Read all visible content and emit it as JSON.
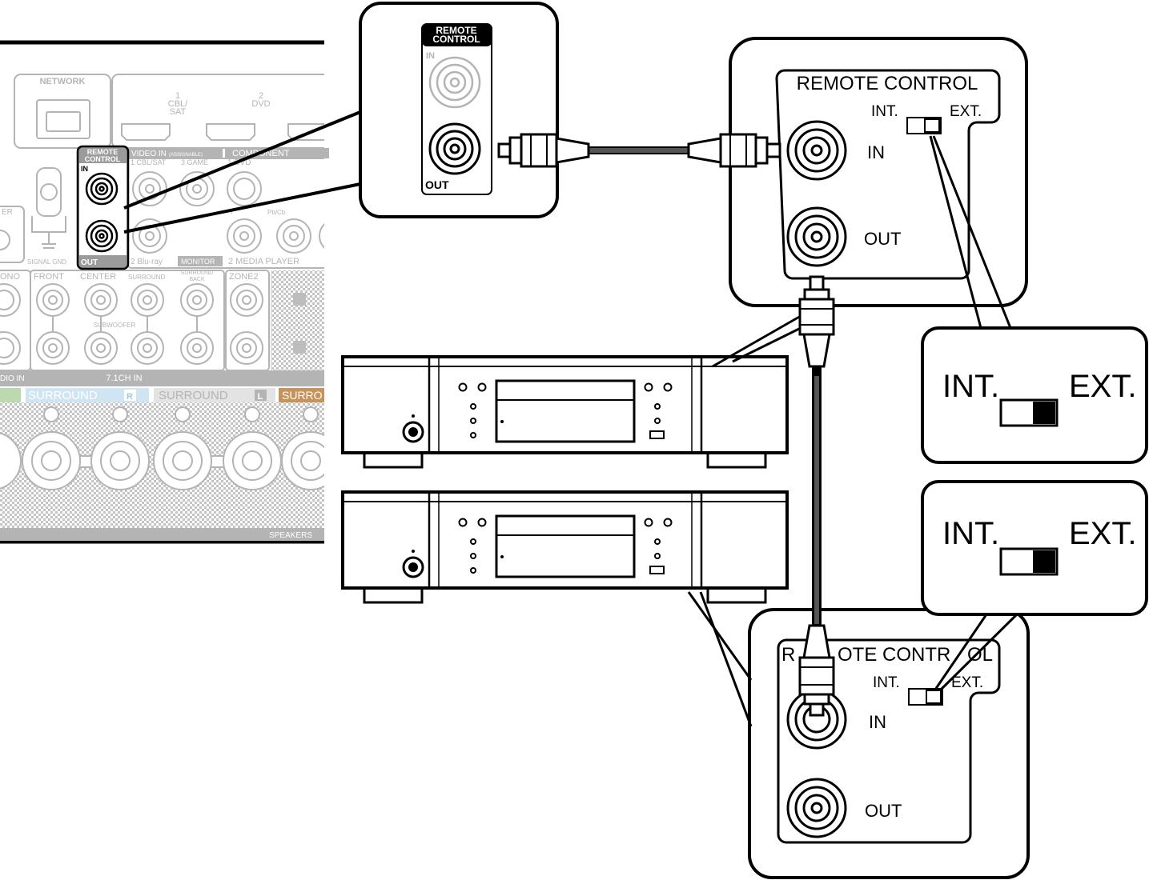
{
  "receiver_panel": {
    "network_label": "NETWORK",
    "input_1_number": "1",
    "input_1_name_line1": "CBL/",
    "input_1_name_line2": "SAT",
    "input_2_number": "2",
    "input_2_name": "DVD",
    "remote_control_line1": "REMOTE",
    "remote_control_line2": "CONTROL",
    "in_label": "IN",
    "out_label": "OUT",
    "video_in_label": "VIDEO IN",
    "video_in_assignable": "(ASSIGNABLE)",
    "component_label": "COMPONENT",
    "vid_1": "1 CBL/SAT",
    "vid_3": "3 GAME",
    "vid_2": "2 Blu-ray",
    "monitor_label": "MONITOR",
    "comp_1": "1 DVD",
    "comp_y": "Y",
    "comp_pb": "Pb/Cb",
    "comp_2": "2 MEDIA PLAYER",
    "signal_gnd": "SIGNAL GND",
    "er_fragment": "ER",
    "ono_fragment": "ONO",
    "front_label": "FRONT",
    "center_label": "CENTER",
    "surround_label": "SURROUND",
    "surround_back_line1": "SURROUND",
    "surround_back_line2": "BACK",
    "zone2_label": "ZONE2",
    "subwoofer_label": "SUBWOOFER",
    "dio_in_fragment": "DIO IN",
    "ch71_label": "7.1CH IN",
    "surround_r": "SURROUND",
    "surround_r_badge": "R",
    "surround_l": "SURROUND",
    "surround_l_badge": "L",
    "surro_fragment": "SURRO",
    "speakers_label": "SPEAKERS"
  },
  "zoom_receiver_jacks": {
    "title_line1": "REMOTE",
    "title_line2": "CONTROL",
    "in_label": "IN",
    "out_label": "OUT"
  },
  "device_top_panel": {
    "title": "REMOTE CONTROL",
    "switch_int": "INT.",
    "switch_ext": "EXT.",
    "in_label": "IN",
    "out_label": "OUT"
  },
  "device_bottom_panel": {
    "title_left": "R",
    "title_right": "OTE CONTR",
    "title_end": "OL",
    "switch_int": "INT.",
    "switch_ext": "EXT.",
    "in_label": "IN",
    "out_label": "OUT"
  },
  "switch_callout_top": {
    "int": "INT.",
    "ext": "EXT."
  },
  "switch_callout_bottom": {
    "int": "INT.",
    "ext": "EXT."
  },
  "colors": {
    "line": "#000000",
    "receiver_gray": "#b4b4b4",
    "surround_r_fill": "#cfe6f2",
    "surround_l_fill": "#d9d9d9",
    "front_fill": "#bcd9b0",
    "surro_fill": "#c8935a"
  }
}
